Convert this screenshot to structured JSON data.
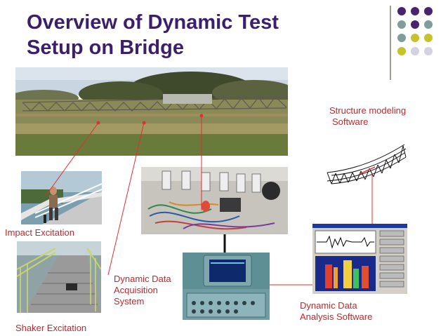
{
  "slide": {
    "title_line1": "Overview of Dynamic Test",
    "title_line2": "Setup on Bridge"
  },
  "labels": {
    "structure_modeling_line1": "Structure modeling",
    "structure_modeling_line2": "Software",
    "impact_excitation": "Impact Excitation",
    "shaker_excitation": "Shaker Excitation",
    "daq_line1": "Dynamic Data",
    "daq_line2": "Acquisition",
    "daq_line3": "System",
    "analysis_line1": "Dynamic Data",
    "analysis_line2": "Analysis Software"
  },
  "colors": {
    "title": "#3b1f6b",
    "label": "#c0282d",
    "connector": "#e03030",
    "dot_purple": "#4a2370",
    "dot_teal": "#7f9e9b",
    "dot_olive": "#c4c42a",
    "dot_lavender": "#d2d2e2"
  },
  "decor": {
    "dot_grid": [
      [
        "purple",
        "purple",
        "purple"
      ],
      [
        "teal",
        "purple",
        "teal"
      ],
      [
        "teal",
        "olive",
        "olive"
      ],
      [
        "olive",
        "lavender",
        "lavender"
      ]
    ]
  }
}
